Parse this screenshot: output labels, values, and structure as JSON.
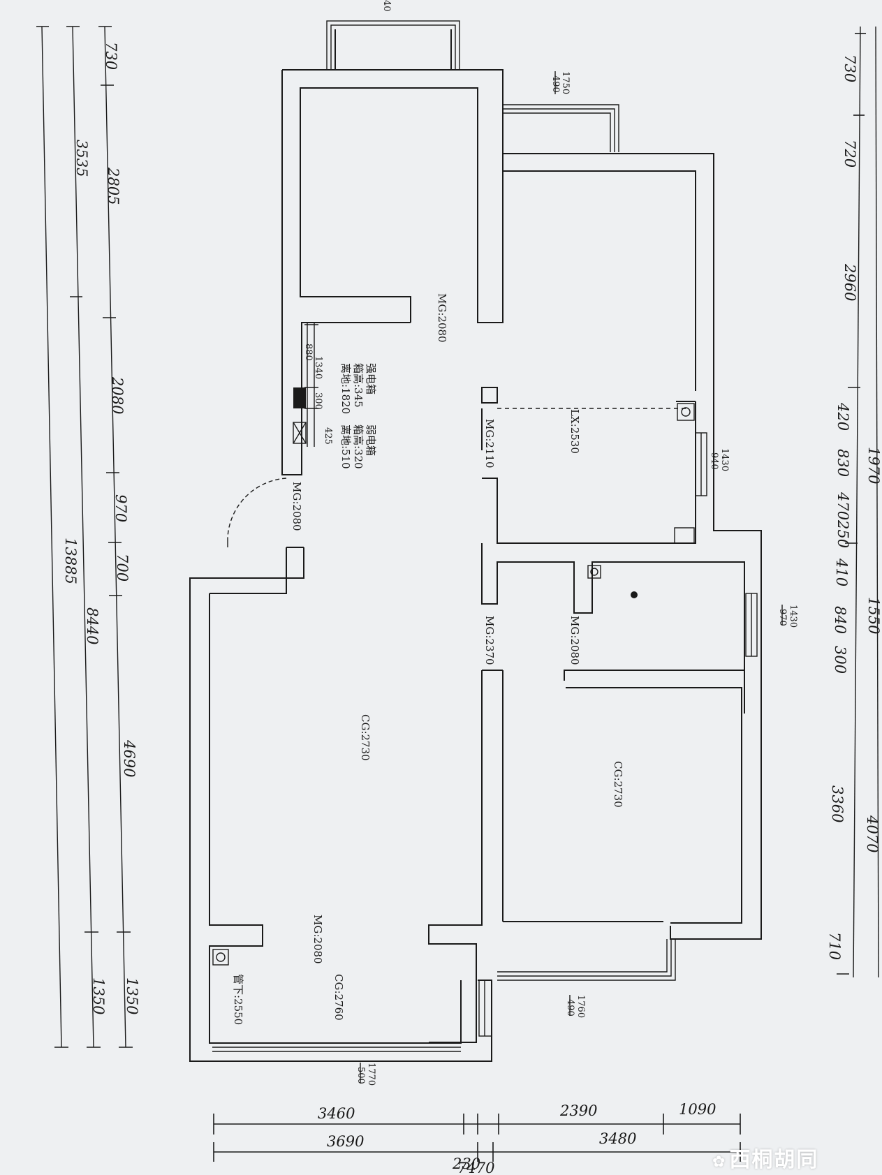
{
  "labels": {
    "mg_top": "MG:2080",
    "strong_box": "强电箱",
    "strong_box_height": "箱高:345",
    "strong_box_floor": "离地:1820",
    "weak_box": "弱电箱",
    "weak_box_height": "箱高:320",
    "weak_box_floor": "离地:510",
    "mg_entry": "MG:2080",
    "mg_2110": "MG:2110",
    "lx_2530": "LX:2530",
    "mg_2370": "MG:2370",
    "mg_2080_bath": "MG:2080",
    "cg_living": "CG:2730",
    "cg_bedroom": "CG:2730",
    "mg_bottom": "MG:2080",
    "cg_2760": "CG:2760",
    "pipe_2550": "管下:2550",
    "win_top": [
      "1750",
      "490"
    ],
    "win_mid1": [
      "1430",
      "940"
    ],
    "win_mid2": [
      "1430",
      "970"
    ],
    "win_bottom1": [
      "1760",
      "490"
    ],
    "win_bottom2": [
      "1770",
      "500"
    ],
    "box_dims": [
      "880",
      "1340",
      "300",
      "425"
    ],
    "top_cut": "40"
  },
  "dims_left": {
    "outer": [
      "13885"
    ],
    "mid": [
      "3535",
      "8440",
      "1350"
    ],
    "inner": [
      "730",
      "2805",
      "2080",
      "970",
      "700",
      "4690",
      "1350"
    ]
  },
  "dims_right": {
    "inner": [
      "730",
      "720",
      "2960",
      "420",
      "830",
      "470",
      "250",
      "410",
      "840",
      "300",
      "3360",
      "710"
    ],
    "outer": [
      "1970",
      "1550",
      "4070"
    ]
  },
  "dims_bottom": {
    "row1": [
      "3460",
      "2390",
      "1090"
    ],
    "row2": [
      "3690",
      "230",
      "3480"
    ],
    "row3": [
      "7470"
    ]
  },
  "watermark": "西桐胡同"
}
